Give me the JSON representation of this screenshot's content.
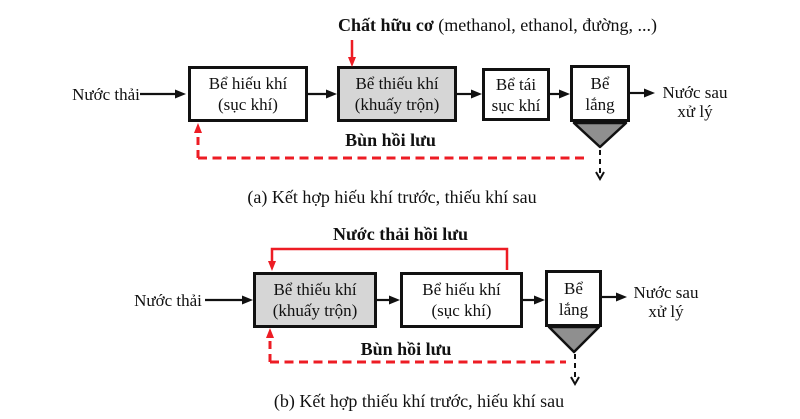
{
  "figure": {
    "type": "process-flow-diagram",
    "topic": "Wastewater treatment aerobic/anoxic tank configurations"
  },
  "colors": {
    "accent_red": "#ed1c24",
    "box_fill_gray": "#d6d6d6",
    "funnel_gray": "#8f8f8f",
    "ink": "#111111"
  },
  "diagram_a": {
    "organic_label_bold": "Chất hữu cơ",
    "organic_label_rest": " (methanol, ethanol, đường, ...)",
    "input_label": "Nước thải",
    "boxes": [
      {
        "line1": "Bể hiếu khí",
        "line2": "(sục khí)"
      },
      {
        "line1": "Bể thiếu khí",
        "line2": "(khuấy trộn)"
      },
      {
        "line1": "Bể tái",
        "line2": "sục khí"
      },
      {
        "line1": "Bể",
        "line2": "lắng"
      }
    ],
    "output_line1": "Nước sau",
    "output_line2": "xử lý",
    "sludge_return_label": "Bùn hồi lưu",
    "caption": "(a) Kết hợp hiếu khí trước, thiếu khí sau"
  },
  "diagram_b": {
    "recycle_label": "Nước thải hồi lưu",
    "input_label": "Nước thải",
    "boxes": [
      {
        "line1": "Bể thiếu khí",
        "line2": "(khuấy trộn)"
      },
      {
        "line1": "Bể hiếu khí",
        "line2": "(sục khí)"
      },
      {
        "line1": "Bể",
        "line2": "lắng"
      }
    ],
    "output_line1": "Nước sau",
    "output_line2": "xử lý",
    "sludge_return_label": "Bùn hồi lưu",
    "caption": "(b) Kết hợp thiếu khí trước, hiếu khí sau"
  }
}
